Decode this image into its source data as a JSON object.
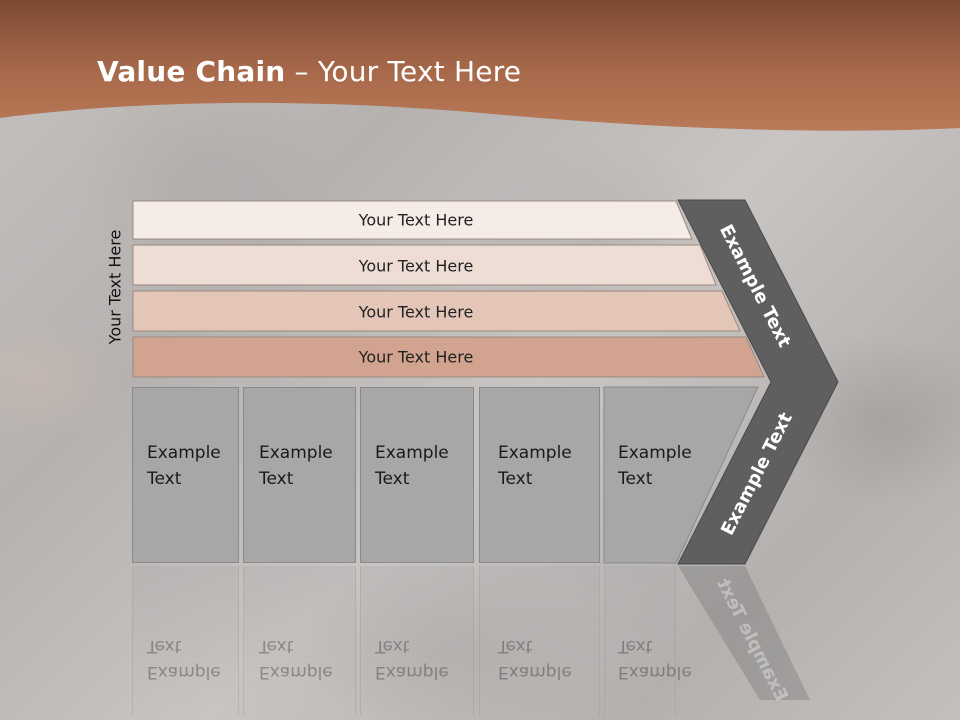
{
  "slide": {
    "title_bold": "Value Chain",
    "title_rest": " – Your Text Here",
    "side_label": "Your Text Here",
    "bars": [
      {
        "label": "Your Text Here",
        "fill": "#f5ece8"
      },
      {
        "label": "Your Text Here",
        "fill": "#eeddd5"
      },
      {
        "label": "Your Text Here",
        "fill": "#e4c6b8"
      },
      {
        "label": "Your Text Here",
        "fill": "#d2a490"
      }
    ],
    "boxes": [
      {
        "label": "Example\nText"
      },
      {
        "label": "Example\nText"
      },
      {
        "label": "Example\nText"
      },
      {
        "label": "Example\nText"
      },
      {
        "label": "Example\nText"
      }
    ],
    "chevron_top": "Example Text",
    "chevron_bottom": "Example Text"
  },
  "colors": {
    "header": "#a8694a",
    "header_dark": "#7c4a33",
    "chevron": "#5f5f5f",
    "box": "#a7a7a7"
  }
}
